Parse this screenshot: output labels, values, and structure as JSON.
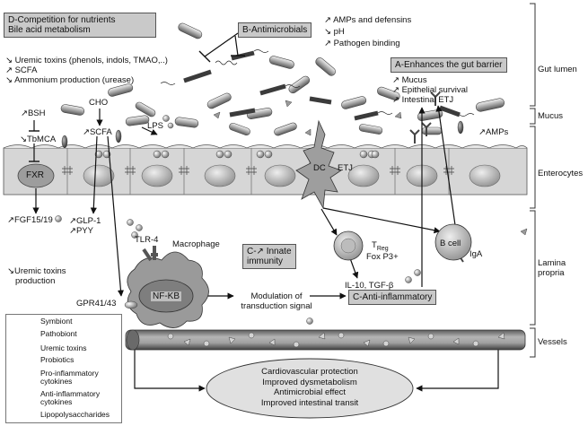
{
  "zones": {
    "gut_lumen": "Gut lumen",
    "mucus": "Mucus",
    "enterocytes": "Enterocytes",
    "lamina_propria_line1": "Lamina",
    "lamina_propria_line2": "propria",
    "vessels": "Vessels"
  },
  "box_d": {
    "line1": "D-Competition for nutrients",
    "line2": "Bile acid metabolism"
  },
  "d_effects": [
    "↘ Uremic toxins (phenols, indols, TMAO,..)",
    "↗ SCFA",
    "↘ Ammonium production (urease)"
  ],
  "box_b": "B-Antimicrobials",
  "b_effects": [
    "↗ AMPs and defensins",
    "↘ pH",
    "↗ Pathogen binding"
  ],
  "box_a": "A-Enhances the gut barrier",
  "a_effects": [
    "↗ Mucus",
    "↗ Epithelial survival",
    "↗ Intestinal ETJ"
  ],
  "labels": {
    "bsh": "↗BSH",
    "tbmca": "↘TbMCA",
    "fxr": "FXR",
    "fgf": "↗FGF15/19",
    "cho": "CHO",
    "scfa": "↗SCFA",
    "glp1": "↗GLP-1",
    "pyy": "↗PYY",
    "lps": "LPS",
    "dc": "DC",
    "etj": "ETJ",
    "amps": "↗AMPs",
    "tlr4": "TLR-4",
    "macrophage": "Macrophage",
    "nfkb": "NF-KB",
    "gpr": "GPR41/43",
    "uremic_line1": "↘Uremic toxins",
    "uremic_line2": "production",
    "modulation_line1": "Modulation of",
    "modulation_line2": "transduction signal",
    "treg_t": "T",
    "treg_sub": "Reg",
    "foxp3": "Fox P3+",
    "il10": "IL-10, TGF-β",
    "bcell": "B cell",
    "iga": "IgA"
  },
  "box_c_innate": {
    "line1": "C-↗ Innate",
    "line2": "immunity"
  },
  "box_c_anti": "C-Anti-inflammatory",
  "outcomes": [
    "Cardiovascular protection",
    "Improved dysmetabolism",
    "Antimicrobial effect",
    "Improved intestinal transit"
  ],
  "legend": [
    {
      "icon": "symbiont-icon",
      "label": "Symbiont"
    },
    {
      "icon": "pathobiont-icon",
      "label": "Pathobiont"
    },
    {
      "icon": "uremic-toxin-icon",
      "label": "Uremic toxins"
    },
    {
      "icon": "probiotic-icon",
      "label": "Probiotics"
    },
    {
      "icon": "pro-inflammatory-icon",
      "label": "Pro-inflammatory"
    },
    {
      "icon": "pro-inflammatory-cont",
      "label": "cytokines"
    },
    {
      "icon": "anti-inflammatory-icon",
      "label": "Anti-inflammatory"
    },
    {
      "icon": "anti-inflammatory-cont",
      "label": "cytokines"
    },
    {
      "icon": "lps-icon",
      "label": "Lipopolysaccharides"
    }
  ],
  "colors": {
    "box_fill": "#c9c9c9",
    "cell_fill": "#d9d9d9",
    "nucleus_fill": "#a9a9a9",
    "dark": "#3a3a3a"
  }
}
